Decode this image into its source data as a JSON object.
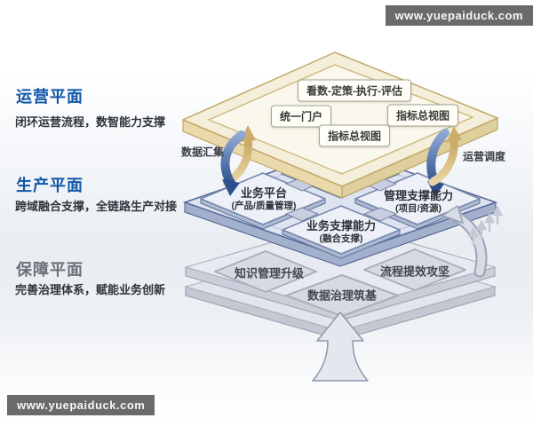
{
  "watermark": {
    "text": "www.yuepaiduck.com"
  },
  "legend": {
    "planes": [
      {
        "title": "运营平面",
        "subtitle": "闭环运营流程，数智能力支撑"
      },
      {
        "title": "生产平面",
        "subtitle": "跨域融合支撑，全链路生产对接"
      },
      {
        "title": "保障平面",
        "subtitle": "完善治理体系，赋能业务创新"
      }
    ]
  },
  "diagram": {
    "operations_layer": {
      "boxes": [
        "看数-定策-执行-评估",
        "统一门户",
        "指标总视图",
        "指标总视图"
      ]
    },
    "production_layer": {
      "tiles": [
        {
          "title": "业务平台",
          "subtitle": "(产品/质量管理)"
        },
        {
          "title": "管理支撑能力",
          "subtitle": "(项目/资源)"
        },
        {
          "title": "业务支撑能力",
          "subtitle": "(融合支撑)"
        }
      ]
    },
    "support_layer": {
      "tiles": [
        "知识管理升级",
        "流程提效攻坚",
        "数据治理筑基"
      ]
    },
    "flows": {
      "left": "数据汇集",
      "right": "运营调度"
    }
  },
  "colors": {
    "blue_title": "#1157a8",
    "gray_title": "#6b7078",
    "gold_plate": "#f4eeda",
    "blue_plate": "#dde3f0",
    "gray_plate": "#e6e9ef",
    "arrow_blue": "#2b4e8d",
    "arrow_gold": "#cdad69",
    "watermark_bg": "#6a6a6a"
  }
}
